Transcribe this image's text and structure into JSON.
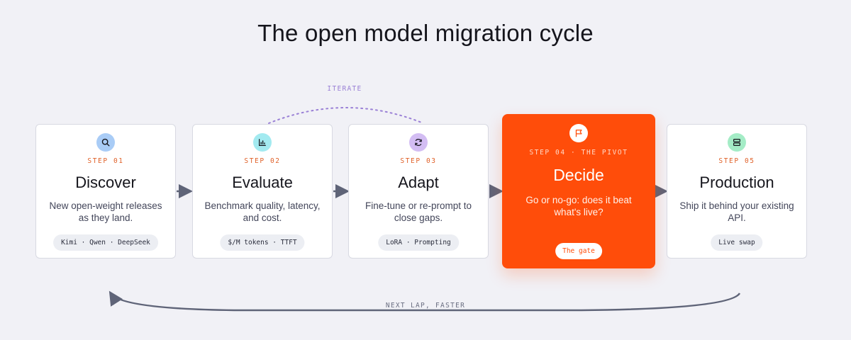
{
  "title": "The open model migration cycle",
  "iterate_label": "ITERATE",
  "next_lap_label": "NEXT LAP, FASTER",
  "steps": [
    {
      "step": "STEP 01",
      "name": "Discover",
      "desc_1": "New open-weight releases",
      "desc_2": "as they land.",
      "tag": "Kimi · Qwen · DeepSeek",
      "icon": "search-icon",
      "icon_color": "#a9ccf6"
    },
    {
      "step": "STEP 02",
      "name": "Evaluate",
      "desc_1": "Benchmark quality, latency,",
      "desc_2": "and cost.",
      "tag": "$/M tokens · TTFT",
      "icon": "bar-chart-icon",
      "icon_color": "#a3eaf0"
    },
    {
      "step": "STEP 03",
      "name": "Adapt",
      "desc_1": "Fine-tune or re-prompt to",
      "desc_2": "close gaps.",
      "tag": "LoRA · Prompting",
      "icon": "refresh-icon",
      "icon_color": "#d3bdf3"
    },
    {
      "step": "STEP 04 · THE PIVOT",
      "name": "Decide",
      "desc_1": "Go or no-go: does it beat",
      "desc_2": "what's live?",
      "tag": "The gate",
      "icon": "flag-icon",
      "icon_color": "#ffffff"
    },
    {
      "step": "STEP 05",
      "name": "Production",
      "desc_1": "Ship it behind your existing",
      "desc_2": "API.",
      "tag": "Live swap",
      "icon": "server-icon",
      "icon_color": "#a4ecc6"
    }
  ],
  "colors": {
    "accent": "#ff4d0a",
    "step_label": "#e0622a",
    "connector": "#5f6478",
    "iterate": "#9a80d6",
    "background": "#f1f1f6"
  }
}
